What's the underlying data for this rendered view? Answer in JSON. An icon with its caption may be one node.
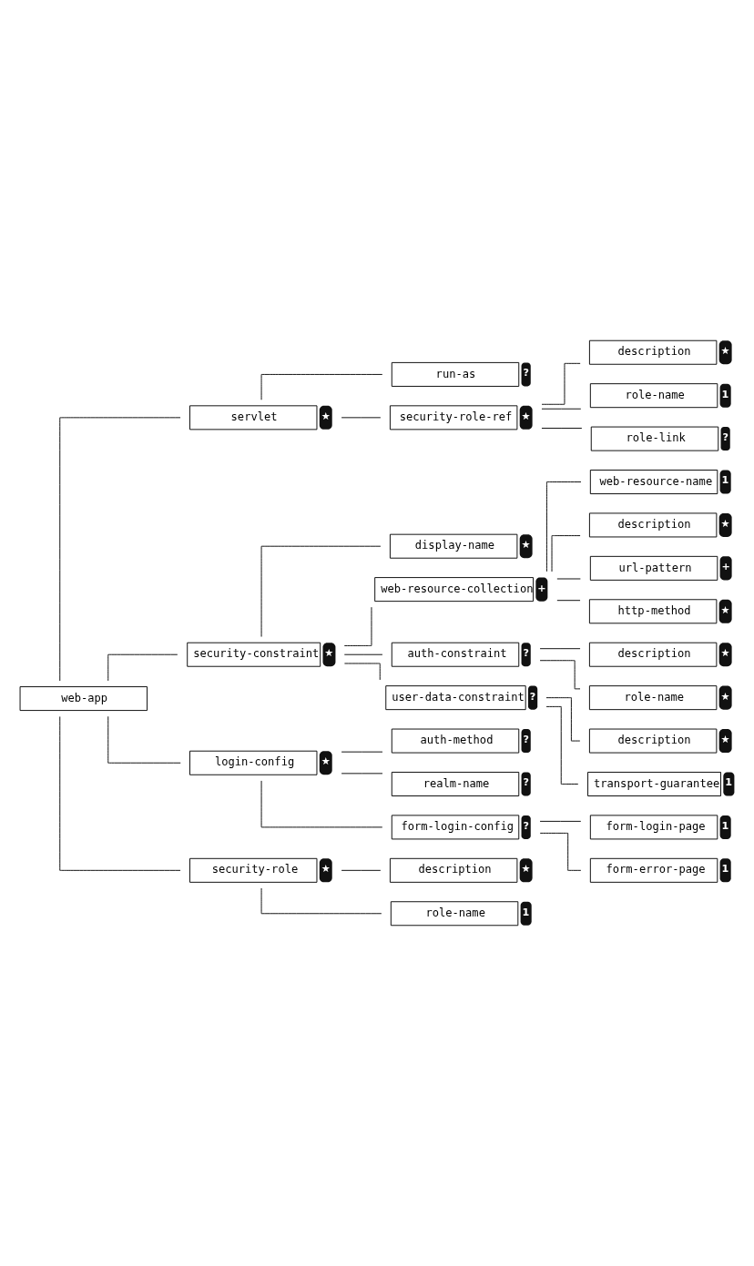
{
  "diagram": {
    "nodes": [
      {
        "text": [
          "web-app"
        ]
      },
      {
        "text": [
          "servlet"
        ],
        "beside": [
          "★"
        ]
      },
      {
        "text": [
          "run-as"
        ],
        "beside": [
          "?"
        ]
      },
      {
        "text": [
          "security-role-ref"
        ],
        "beside": [
          "★"
        ]
      },
      {
        "text": [
          "description"
        ],
        "beside": [
          "★"
        ]
      },
      {
        "text": [
          "role-name"
        ],
        "beside": [
          "1"
        ]
      },
      {
        "text": [
          "role-link"
        ],
        "beside": [
          "?"
        ]
      },
      {
        "text": [
          "security-constraint"
        ],
        "beside": [
          "★"
        ]
      },
      {
        "text": [
          "display-name"
        ],
        "beside": [
          "★"
        ]
      },
      {
        "text": [
          "web-resource-collection"
        ],
        "beside": [
          "+"
        ]
      },
      {
        "text": [
          "web-resource-name"
        ],
        "beside": [
          "1"
        ]
      },
      {
        "text": [
          "description"
        ],
        "beside": [
          "★"
        ]
      },
      {
        "text": [
          "url-pattern"
        ],
        "beside": [
          "+"
        ]
      },
      {
        "text": [
          "http-method"
        ],
        "beside": [
          "★"
        ]
      },
      {
        "text": [
          "auth-constraint"
        ],
        "beside": [
          "?"
        ]
      },
      {
        "text": [
          "description"
        ],
        "beside": [
          "★"
        ]
      },
      {
        "text": [
          "role-name"
        ],
        "beside": [
          "★"
        ]
      },
      {
        "text": [
          "user-data-constraint"
        ],
        "beside": [
          "?"
        ]
      },
      {
        "text": [
          "description"
        ],
        "beside": [
          "★"
        ]
      },
      {
        "text": [
          "transport-guarantee"
        ],
        "beside": [
          "1"
        ]
      },
      {
        "text": [
          "login-config"
        ],
        "beside": [
          "★"
        ]
      },
      {
        "text": [
          "auth-method"
        ],
        "beside": [
          "?"
        ]
      },
      {
        "text": [
          "realm-name"
        ],
        "beside": [
          "?"
        ]
      },
      {
        "text": [
          "form-login-config"
        ],
        "beside": [
          "?"
        ]
      },
      {
        "text": [
          "form-login-page"
        ],
        "beside": [
          "1"
        ]
      },
      {
        "text": [
          "form-error-page"
        ],
        "beside": [
          "1"
        ]
      },
      {
        "text": [
          "security-role"
        ],
        "beside": [
          "★"
        ]
      },
      {
        "text": [
          "description"
        ],
        "beside": [
          "★"
        ]
      },
      {
        "text": [
          "role-name"
        ],
        "beside": [
          "1"
        ]
      }
    ],
    "edges": [
      {
        "from": 0,
        "to": 1,
        "arrow": "none"
      },
      {
        "from": 1,
        "to": 2,
        "arrow": "none"
      },
      {
        "from": 1,
        "to": 3,
        "arrow": "none"
      },
      {
        "from": 3,
        "to": 4,
        "arrow": "none"
      },
      {
        "from": 3,
        "to": 5,
        "arrow": "none"
      },
      {
        "from": 3,
        "to": 6,
        "arrow": "none"
      },
      {
        "from": 0,
        "to": 7,
        "arrow": "none"
      },
      {
        "from": 7,
        "to": 8,
        "arrow": "none"
      },
      {
        "from": 7,
        "to": 9,
        "arrow": "none"
      },
      {
        "from": 9,
        "to": 10,
        "arrow": "none"
      },
      {
        "from": 9,
        "to": 11,
        "arrow": "none"
      },
      {
        "from": 9,
        "to": 12,
        "arrow": "none"
      },
      {
        "from": 9,
        "to": 13,
        "arrow": "none"
      },
      {
        "from": 7,
        "to": 14,
        "arrow": "none"
      },
      {
        "from": 14,
        "to": 15,
        "arrow": "none"
      },
      {
        "from": 14,
        "to": 16,
        "arrow": "none"
      },
      {
        "from": 7,
        "to": 17,
        "arrow": "none"
      },
      {
        "from": 17,
        "to": 18,
        "arrow": "none"
      },
      {
        "from": 17,
        "to": 19,
        "arrow": "none"
      },
      {
        "from": 0,
        "to": 20,
        "arrow": "none"
      },
      {
        "from": 20,
        "to": 21,
        "arrow": "none"
      },
      {
        "from": 20,
        "to": 22,
        "arrow": "none"
      },
      {
        "from": 20,
        "to": 23,
        "arrow": "none"
      },
      {
        "from": 23,
        "to": 24,
        "arrow": "none"
      },
      {
        "from": 23,
        "to": 25,
        "arrow": "none"
      },
      {
        "from": 0,
        "to": 26,
        "arrow": "none"
      },
      {
        "from": 26,
        "to": 27,
        "arrow": "none"
      },
      {
        "from": 26,
        "to": 28,
        "arrow": "none"
      }
    ]
  }
}
